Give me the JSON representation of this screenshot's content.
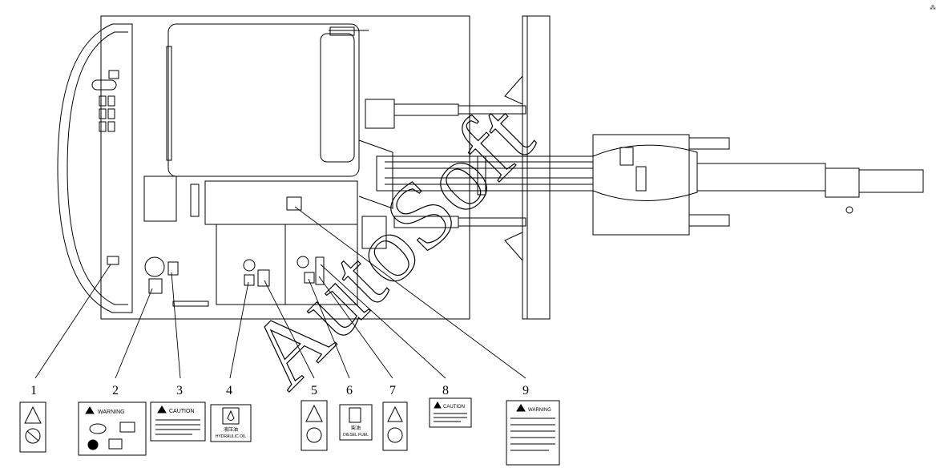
{
  "watermark": "AutoSoft",
  "corner_mark": "⁂",
  "callouts": [
    {
      "num": "1"
    },
    {
      "num": "2"
    },
    {
      "num": "3"
    },
    {
      "num": "4"
    },
    {
      "num": "5"
    },
    {
      "num": "6"
    },
    {
      "num": "7"
    },
    {
      "num": "8"
    },
    {
      "num": "9"
    }
  ],
  "decals": {
    "warning_title": "WARNING",
    "caution_title": "CAUTION",
    "hydraulic_cn": "液压油",
    "hydraulic_en": "HYDRAULIC OIL",
    "diesel_cn": "柴油",
    "diesel_en": "DIESEL FUEL"
  }
}
